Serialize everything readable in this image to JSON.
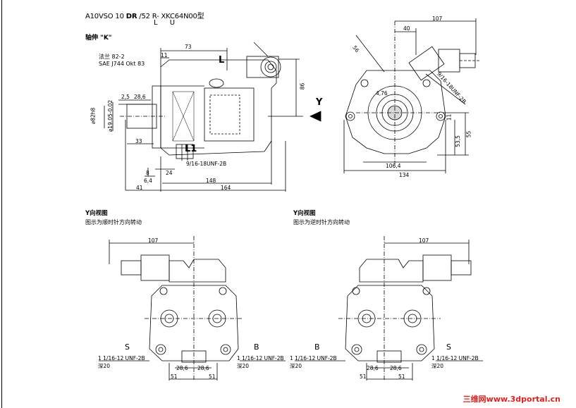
{
  "model": {
    "part1": "A10VSO 10 ",
    "part2": "DR",
    "part3": " /52 ",
    "part4": "R- XKC64N00型",
    "sub": "L U"
  },
  "shaft_label": "轴伸 \"K\"",
  "flange_label": "法兰 82-2",
  "sae_label": "SAE J744 Okt 83",
  "port_L": "L",
  "port_L1": "L1",
  "view_arrow": "Y",
  "left_view": {
    "title": "Y向视图",
    "caption": "图示为顺时针方向转动",
    "port_S": "S",
    "port_B": "B",
    "thread_S": "1 1/16-12 UNF-2B",
    "depth_S": "深20",
    "thread_B": "1 1/16-12 UNF-2B",
    "depth_B": "深20"
  },
  "right_view": {
    "title": "Y向视图",
    "caption": "图示为逆时针方向转动",
    "port_B": "B",
    "port_S": "S",
    "thread_B": "1 1/16-12 UNF-2B",
    "depth_B": "深20",
    "thread_S": "1 1/16-12 UNF-2B",
    "depth_S": "深20"
  },
  "dimensions": {
    "d73": "73",
    "d11": "11",
    "d86": "86",
    "d2_5": "2,5",
    "d28_6a": "28,6",
    "d_shaft1": "⌀82h8",
    "d_shaft2": "⌀19.05-0.02",
    "d33": "33",
    "d8": "8",
    "d6_4": "6,4",
    "d24": "24",
    "d148": "148",
    "d41": "41",
    "d164": "164",
    "thread_L1": "9/16-18UNF-2B",
    "d107": "107",
    "d40": "40",
    "d56": "56",
    "thread_L": "9/16-18UNF-2B",
    "d4_76": "4,76",
    "d11b": "11",
    "d55": "55",
    "d53_5": "53,5",
    "d106_4": "106,4",
    "d134": "134",
    "dY107a": "107",
    "dY28_6a": "28,6",
    "dY28_6b": "28,6",
    "dY51a": "51",
    "dY51b": "51",
    "dY107b": "107",
    "dY28_6c": "28,6",
    "dY28_6d": "28,6",
    "dY51c": "51",
    "dY51d": "51"
  },
  "watermark": "三维网www.3dportal.cn"
}
